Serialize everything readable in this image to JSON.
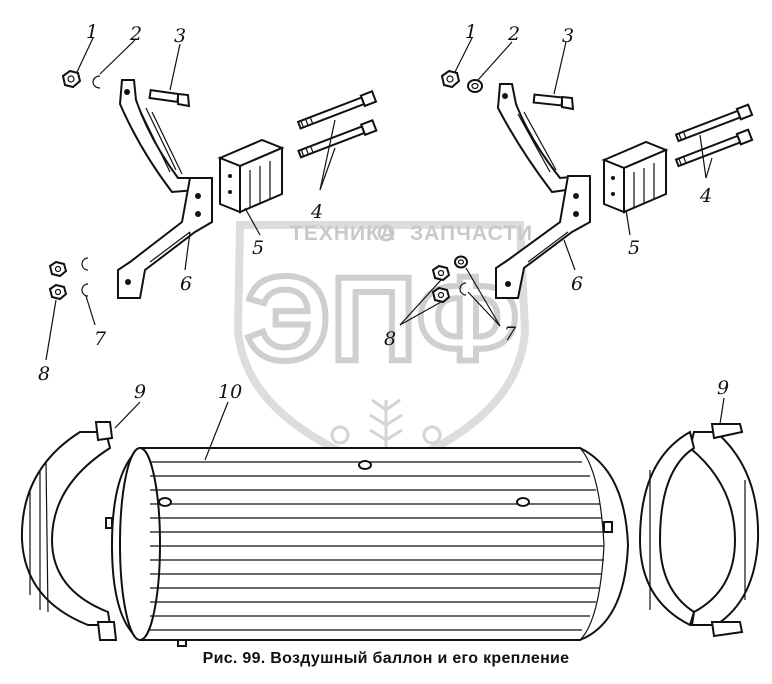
{
  "caption": "Рис. 99. Воздушный баллон и его крепление",
  "watermark": {
    "line_left": "ТЕХНИКА",
    "line_right": "ЗАПЧАСТИ",
    "logo": "ЭПФ"
  },
  "labels": {
    "l1a": "1",
    "l2a": "2",
    "l3a": "3",
    "l4a": "4",
    "l5a": "5",
    "l6a": "6",
    "l7a": "7",
    "l8a": "8",
    "l1b": "1",
    "l2b": "2",
    "l3b": "3",
    "l4b": "4",
    "l5b": "5",
    "l6b": "6",
    "l7b": "7",
    "l8b": "8",
    "l9a": "9",
    "l9b": "9",
    "l10": "10"
  }
}
